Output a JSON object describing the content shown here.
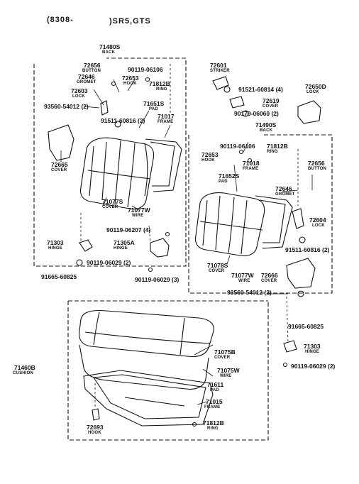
{
  "header": {
    "left": "(8308-",
    "right": ")SR5,GTS"
  },
  "parts": {
    "p71480S": "71480S",
    "p71480S_sub": "BACK",
    "p72656a": "72656",
    "p72656a_sub": "BUTTON",
    "p90119_06106a": "90119-06106",
    "p72646a": "72646",
    "p72646a_sub": "GROMET",
    "p72653a": "72653",
    "p72653a_sub": "HOOK",
    "p71812Ba": "71812B",
    "p71812Ba_sub": "RING",
    "p72603": "72603",
    "p72603_sub": "LOCK",
    "p71651S": "71651S",
    "p71651S_sub": "PAD",
    "p93560a": "93560-54012 (2)",
    "p91511a": "91511-60816 (2)",
    "p71017": "71017",
    "p71017_sub": "FRAME",
    "p72665": "72665",
    "p72665_sub": "COVER",
    "p71077S": "71077S",
    "p71077S_sub": "COVER",
    "p71077W": "71077W",
    "p71077W_sub": "WIRE",
    "p90119_06207": "90119-06207 (4)",
    "p71303a": "71303",
    "p71303a_sub": "HINGE",
    "p71305A": "71305A",
    "p71305A_sub": "HINGE",
    "p90119_06029a": "90119-06029 (2)",
    "p91665a": "91665-60825",
    "p90119_06029b": "90119-06029 (3)",
    "p72601": "72601",
    "p72601_sub": "STRIKER",
    "p91521": "91521-60814 (4)",
    "p72619": "72619",
    "p72619_sub": "COVER",
    "p72650D": "72650D",
    "p72650D_sub": "LOCK",
    "p90179": "90179-06060 (2)",
    "p71490S": "71490S",
    "p71490S_sub": "BACK",
    "p90119_06106b": "90119-06106",
    "p71812Bb": "71812B",
    "p71812Bb_sub": "RING",
    "p72653b": "72653",
    "p72653b_sub": "HOOK",
    "p71018": "71018",
    "p71018_sub": "FRAME",
    "p72656b": "72656",
    "p72656b_sub": "BUTTON",
    "p71652S": "71652S",
    "p71652S_sub": "PAD",
    "p72646b": "72646",
    "p72646b_sub": "GROMET",
    "p72604": "72604",
    "p72604_sub": "LOCK",
    "p91511b": "91511-60816 (2)",
    "p71078S": "71078S",
    "p71078S_sub": "COVER",
    "p71077Wb": "71077W",
    "p71077Wb_sub": "WIRE",
    "p72666": "72666",
    "p72666_sub": "COVER",
    "p93560b": "93560-54012 (2)",
    "p91665b": "91665-60825",
    "p71303b": "71303",
    "p71303b_sub": "HINGE",
    "p90119_06029c": "90119-06029 (2)",
    "p71460B": "71460B",
    "p71460B_sub": "CUSHION",
    "p71075B": "71075B",
    "p71075B_sub": "COVER",
    "p71075W": "71075W",
    "p71075W_sub": "WIRE",
    "p71611": "71611",
    "p71611_sub": "PAD",
    "p71015": "71015",
    "p71015_sub": "FRAME",
    "p72693": "72693",
    "p72693_sub": "HOOK",
    "p71812Bc": "71812B",
    "p71812Bc_sub": "RING"
  }
}
